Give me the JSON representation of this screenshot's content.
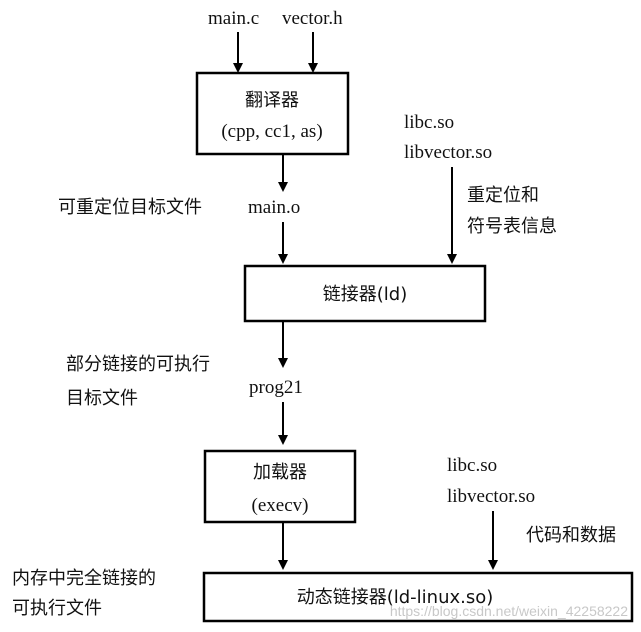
{
  "inputs": {
    "main_c": "main.c",
    "vector_h": "vector.h"
  },
  "translator_box": {
    "title": "翻译器",
    "sub": "(cpp, cc1, as)"
  },
  "libs_top": {
    "libc": "libc.so",
    "libvector": "libvector.so"
  },
  "reloc_label": "可重定位目标文件",
  "main_o": "main.o",
  "reloc_symbol": {
    "line1": "重定位和",
    "line2": "符号表信息"
  },
  "linker_box": "链接器(ld)",
  "partial_label": {
    "line1": "部分链接的可执行",
    "line2": "目标文件"
  },
  "prog": "prog21",
  "loader_box": {
    "title": "加载器",
    "sub": "(execv)"
  },
  "libs_bottom": {
    "libc": "libc.so",
    "libvector": "libvector.so"
  },
  "code_data": "代码和数据",
  "memory_label": {
    "line1": "内存中完全链接的",
    "line2": "可执行文件"
  },
  "dynlinker_box": "动态链接器(ld-linux.so)",
  "watermark": "https://blog.csdn.net/weixin_42258222"
}
